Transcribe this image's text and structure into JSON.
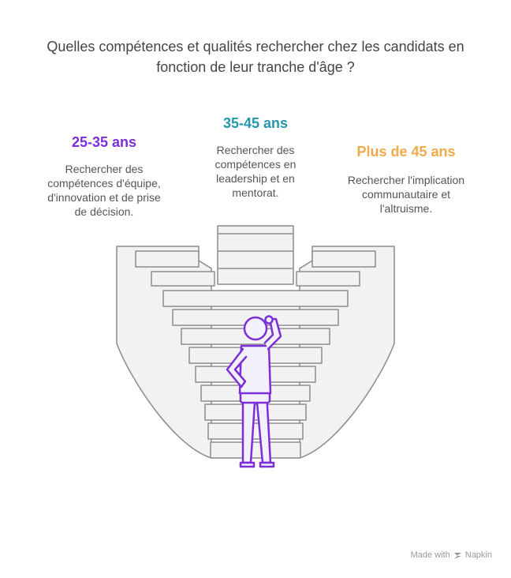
{
  "title": {
    "line1": "Quelles compétences et qualités rechercher chez les candidats en",
    "line2": "fonction de leur tranche d'âge ?"
  },
  "groups": [
    {
      "heading": "25-35 ans",
      "desc": [
        "Rechercher des",
        "compétences d'équipe,",
        "d'innovation et de prise",
        "de décision."
      ],
      "color": "#7c2fd6"
    },
    {
      "heading": "35-45 ans",
      "desc": [
        "Rechercher des",
        "compétences en",
        "leadership et en",
        "mentorat."
      ],
      "color": "#2596ab"
    },
    {
      "heading": "Plus de 45 ans",
      "desc": [
        "Rechercher l'implication",
        "communautaire et",
        "l'altruisme."
      ],
      "color": "#f2a94b"
    }
  ],
  "footer": {
    "made_with": "Made with",
    "brand": "Napkin"
  }
}
